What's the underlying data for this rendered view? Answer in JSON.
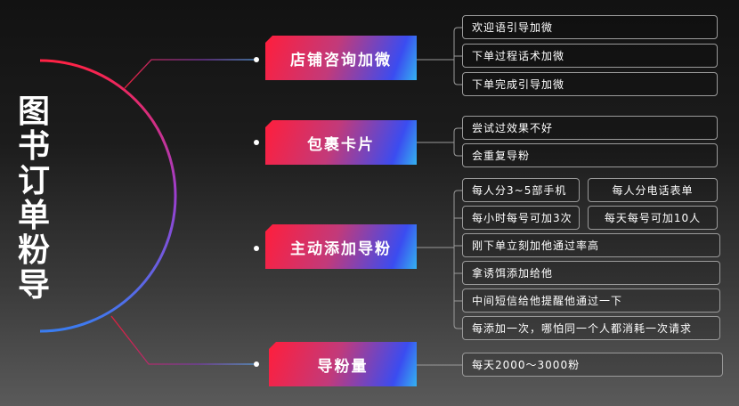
{
  "title": "图书订单粉导",
  "branches": [
    {
      "label": "店铺咨询加微",
      "items": [
        "欢迎语引导加微",
        "下单过程话术加微",
        "下单完成引导加微"
      ]
    },
    {
      "label": "包裹卡片",
      "items": [
        "尝试过效果不好",
        "会重复导粉"
      ]
    },
    {
      "label": "主动添加导粉",
      "items": [
        "每人分3~5部手机",
        "每人分电话表单",
        "每小时每号可加3次",
        "每天每号可加10人",
        "刚下单立刻加他通过率高",
        "拿诱饵添加给他",
        "中间短信给他提醒他通过一下",
        "每添加一次，哪怕同一个人都消耗一次请求"
      ]
    },
    {
      "label": "导粉量",
      "items": [
        "每天2000～3000粉"
      ]
    }
  ],
  "colors": {
    "red": "#ff1e3c",
    "purple": "#9b3fb5",
    "blue": "#3b4cf0",
    "cyan": "#34b2f0"
  }
}
